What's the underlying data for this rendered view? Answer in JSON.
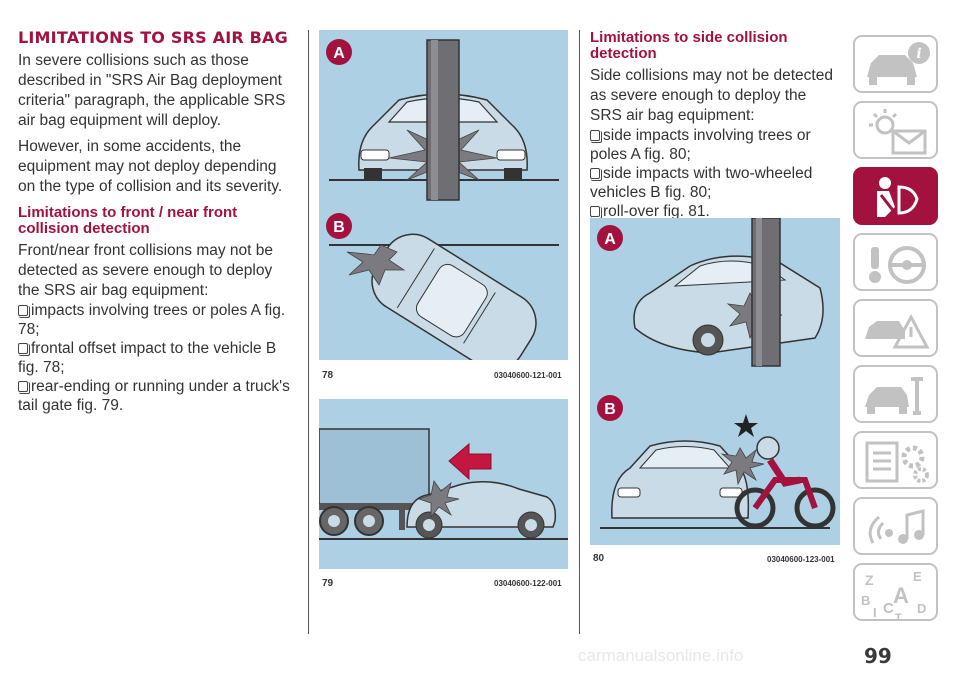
{
  "col1": {
    "heading": "LIMITATIONS TO SRS AIR BAG",
    "p1": "In severe collisions such as those described in \"SRS Air Bag deployment criteria\" paragraph, the applicable SRS air bag equipment will deploy.",
    "p2": "However, in some accidents, the equipment may not deploy depending on the type of collision and its severity.",
    "subheading": "Limitations to front / near front collision detection",
    "p3": "Front/near front collisions may not be detected as severe enough to deploy the SRS air bag equipment:",
    "bullets": [
      "impacts involving trees or poles A fig. 78;",
      "frontal offset impact to the vehicle B fig. 78;",
      "rear-ending or running under a truck's tail gate fig. 79."
    ]
  },
  "col3": {
    "subheading": "Limitations to side collision detection",
    "p1": "Side collisions may not be detected as severe enough to deploy the SRS air bag equipment:",
    "bullets": [
      "side impacts involving trees or poles A fig. 80;",
      "side impacts with two-wheeled vehicles B fig. 80;",
      "roll-over fig. 81."
    ]
  },
  "figures": {
    "fig78": {
      "number": "78",
      "code": "03040600-121-001",
      "label_a": "A",
      "label_b": "B"
    },
    "fig79": {
      "number": "79",
      "code": "03040600-122-001"
    },
    "fig80": {
      "number": "80",
      "code": "03040600-123-001",
      "label_a": "A",
      "label_b": "B"
    }
  },
  "sidebar": {
    "tabs": [
      {
        "icon": "car-info-icon",
        "active": false
      },
      {
        "icon": "dashboard-lights-icon",
        "active": false
      },
      {
        "icon": "seat-airbag-icon",
        "active": true
      },
      {
        "icon": "key-steering-wheel-icon",
        "active": false
      },
      {
        "icon": "emergency-triangle-icon",
        "active": false
      },
      {
        "icon": "car-maintenance-icon",
        "active": false
      },
      {
        "icon": "technical-data-icon",
        "active": false
      },
      {
        "icon": "multimedia-icon",
        "active": false
      },
      {
        "icon": "alphabetical-index-icon",
        "active": false
      }
    ],
    "index_letters": [
      "Z",
      "E",
      "B",
      "A",
      "I",
      "C",
      "D",
      "T"
    ]
  },
  "page_number": "99",
  "watermark": "carmanualsonline.info",
  "colors": {
    "accent": "#a3123e",
    "figure_bg": "#aed0e4",
    "tab_border": "#c2c2c2"
  }
}
